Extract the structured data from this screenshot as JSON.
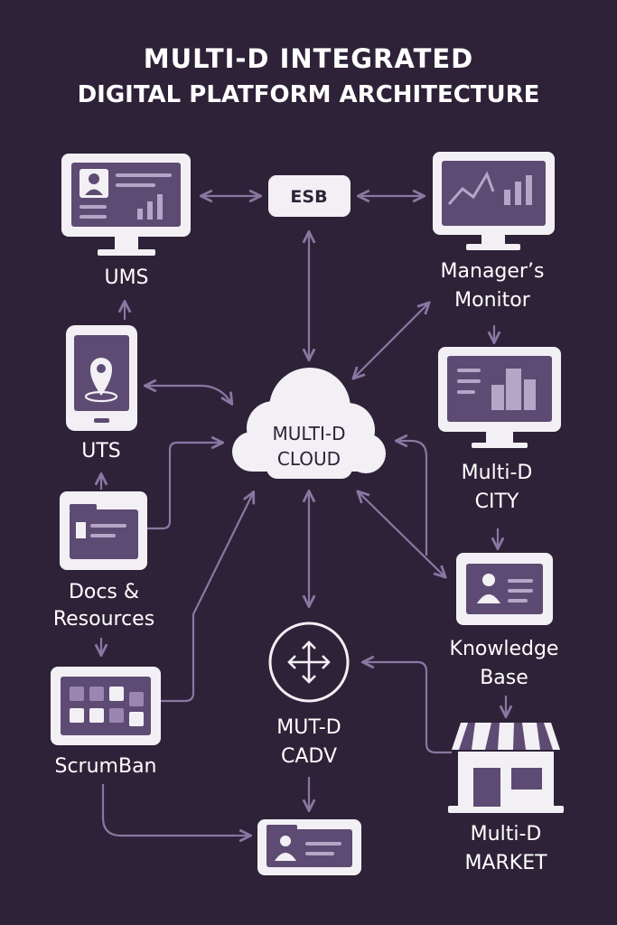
{
  "title": {
    "line1": "MULTI-D INTEGRATED",
    "line2": "DIGITAL PLATFORM ARCHITECTURE"
  },
  "colors": {
    "background": "#2e2238",
    "panel": "#f2f0f4",
    "accent": "#5e4b74",
    "accent_light": "#9a86b1",
    "arrow": "#8a77a2"
  },
  "nodes": {
    "esb": {
      "label": "ESB",
      "icon": "esb-box"
    },
    "ums": {
      "label": "UMS",
      "icon": "monitor-profile-icon"
    },
    "managers_monitor": {
      "line1": "Manager’s",
      "line2": "Monitor",
      "icon": "monitor-chart-icon"
    },
    "uts": {
      "label": "UTS",
      "icon": "phone-location-icon"
    },
    "cloud": {
      "line1": "MULTI-D",
      "line2": "CLOUD",
      "icon": "cloud-icon"
    },
    "city": {
      "line1": "Multi-D",
      "line2": "CITY",
      "icon": "monitor-city-icon"
    },
    "docs": {
      "line1": "Docs &",
      "line2": "Resources",
      "icon": "document-card-icon"
    },
    "knowledge": {
      "line1": "Knowledge",
      "line2": "Base",
      "icon": "profile-card-icon"
    },
    "scrumban": {
      "label": "ScrumBan",
      "icon": "kanban-board-icon"
    },
    "cadv": {
      "line1": "MUT-D",
      "line2": "CADV",
      "icon": "move-arrows-icon"
    },
    "market": {
      "line1": "Multi-D",
      "line2": "MARKET",
      "icon": "storefront-icon"
    },
    "bottom_card": {
      "icon": "id-card-icon"
    }
  }
}
